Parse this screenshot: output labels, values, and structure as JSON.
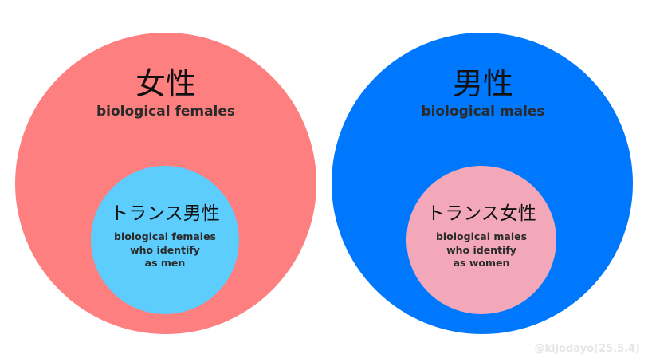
{
  "colors": {
    "female_circle": "#fe7f7f",
    "male_circle": "#0078fe",
    "trans_men_circle": "#5ccdfd",
    "trans_women_circle": "#f3a8ba"
  },
  "female": {
    "title": "女性",
    "subtitle": "biological females"
  },
  "male": {
    "title": "男性",
    "subtitle": "biological males"
  },
  "trans_men": {
    "title": "トランス男性",
    "lines": [
      "biological females",
      "who identify",
      "as men"
    ]
  },
  "trans_women": {
    "title": "トランス女性",
    "lines": [
      "biological males",
      "who identify",
      "as women"
    ]
  },
  "credit": "@kijodayo(25.5.4)"
}
